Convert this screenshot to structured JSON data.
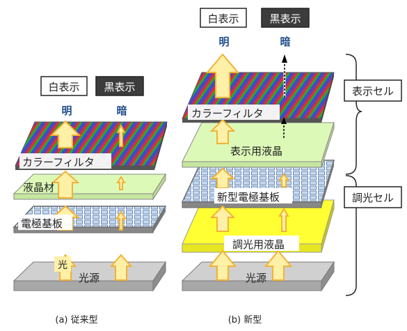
{
  "left": {
    "white_label": "白表示",
    "black_label": "黒表示",
    "bright": "明",
    "dark": "暗",
    "color_filter": "カラーフィルタ",
    "liquid_crystal": "液晶材",
    "electrode": "電極基板",
    "light": "光",
    "light_source": "光源",
    "caption": "(a) 従来型"
  },
  "right": {
    "white_label": "白表示",
    "black_label": "黒表示",
    "bright": "明",
    "dark": "暗",
    "color_filter": "カラーフィルタ",
    "display_lc": "表示用液晶",
    "new_electrode": "新型電極基板",
    "dimming_lc": "調光用液晶",
    "light_source": "光源",
    "caption": "(b) 新型"
  },
  "brackets": {
    "display_cell": "表示セル",
    "dimming_cell": "調光セル"
  },
  "colors": {
    "arrow_fill": "#FFF0A8",
    "arrow_stroke": "#F2B233",
    "light_green": "#DDF9B8",
    "yellow": "#FFFF33",
    "gray": "#C7C7C7",
    "label_blue": "#1F4E8C",
    "black_box": "#3C3C3C"
  }
}
